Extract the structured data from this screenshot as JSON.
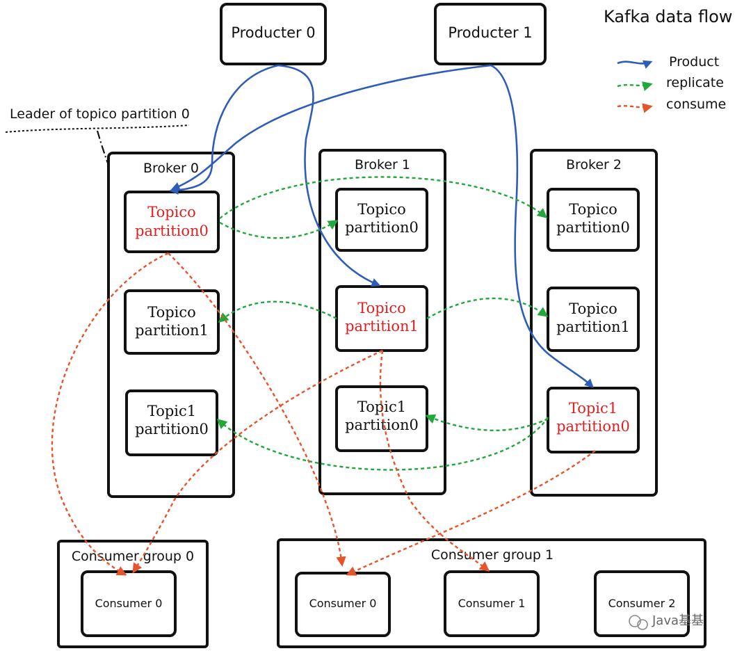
{
  "title": "Kafka data flow",
  "colors": {
    "product": "#2e5cb8",
    "replicate": "#22a83a",
    "consume": "#e5542b",
    "leader_text": "#e02020"
  },
  "legend": [
    {
      "label": "Product",
      "style": "solid",
      "color_key": "product"
    },
    {
      "label": "replicate",
      "style": "dotted",
      "color_key": "replicate"
    },
    {
      "label": "consume",
      "style": "dotted",
      "color_key": "consume"
    }
  ],
  "annotation": "Leader of topico partition 0",
  "producers": [
    {
      "label": "Producter 0"
    },
    {
      "label": "Producter 1"
    }
  ],
  "brokers": [
    {
      "label": "Broker 0",
      "partitions": [
        {
          "line1": "Topico",
          "line2": "partition0",
          "leader": true
        },
        {
          "line1": "Topico",
          "line2": "partition1",
          "leader": false
        },
        {
          "line1": "Topic1",
          "line2": "partition0",
          "leader": false
        }
      ]
    },
    {
      "label": "Broker 1",
      "partitions": [
        {
          "line1": "Topico",
          "line2": "partition0",
          "leader": false
        },
        {
          "line1": "Topico",
          "line2": "partition1",
          "leader": true
        },
        {
          "line1": "Topic1",
          "line2": "partition0",
          "leader": false
        }
      ]
    },
    {
      "label": "Broker 2",
      "partitions": [
        {
          "line1": "Topico",
          "line2": "partition0",
          "leader": false
        },
        {
          "line1": "Topico",
          "line2": "partition1",
          "leader": false
        },
        {
          "line1": "Topic1",
          "line2": "partition0",
          "leader": true
        }
      ]
    }
  ],
  "consumer_groups": [
    {
      "label": "Consumer group 0",
      "consumers": [
        "Consumer 0"
      ]
    },
    {
      "label": "Consumer group 1",
      "consumers": [
        "Consumer 0",
        "Consumer 1",
        "Consumer 2"
      ]
    }
  ],
  "watermark": "Java基基"
}
